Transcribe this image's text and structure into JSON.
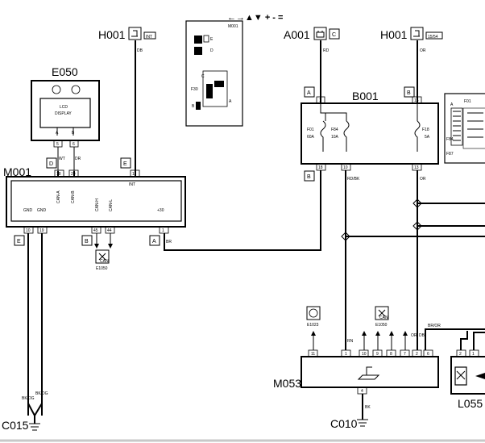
{
  "toolbar_symbols": "←→▲▼ + - =",
  "components": {
    "h001_left": {
      "label": "H001",
      "tag": "INT",
      "wire": "DB"
    },
    "m001_inset": {
      "code": "M001",
      "letters": [
        "E",
        "D",
        "C",
        "F30",
        "B",
        "A"
      ]
    },
    "a001": {
      "label": "A001",
      "tag": "C",
      "wire": "RD"
    },
    "h001_right": {
      "label": "H001",
      "tag": "15/54",
      "wire": "OR"
    },
    "b001_inset": {
      "fuse_labels": [
        "F01",
        "F84",
        "F87",
        "A"
      ]
    },
    "e050": {
      "label": "E050",
      "display_line1": "LCD",
      "display_line2": "DISPLAY",
      "pins": [
        "A",
        "B",
        "5",
        "6"
      ],
      "wires": [
        "WT",
        "DR"
      ]
    },
    "m001": {
      "label": "M001",
      "top_tags": [
        "D",
        "E"
      ],
      "top_pins": [
        "18",
        "20",
        "11"
      ],
      "int_label": "INT",
      "labels": [
        "GND",
        "GND",
        "CAN-A",
        "CAN-B",
        "CAN-H",
        "CAN-L",
        "+30"
      ],
      "bottom_tags": [
        "E",
        "B",
        "A"
      ],
      "bottom_pins": [
        "10",
        "19",
        "45",
        "44",
        "1"
      ],
      "wire_br": "BR"
    },
    "b001": {
      "label": "B001",
      "top_tags": [
        "A",
        "B"
      ],
      "top_pins": [
        "1",
        "16"
      ],
      "fuses": [
        {
          "name": "F01",
          "rating": "60A"
        },
        {
          "name": "F84",
          "rating": "10A"
        },
        {
          "name": "F18",
          "rating": "5A"
        }
      ],
      "bottom_tag": "B",
      "bottom_pins": [
        "18",
        "10",
        "13"
      ],
      "wires": [
        "RD/BK",
        "OR"
      ]
    },
    "e1050_left": {
      "label": "E1050",
      "sub": "CAN"
    },
    "e1023": {
      "label": "E1023"
    },
    "e1050_right": {
      "label": "E1050",
      "sub": "CAN"
    },
    "m053": {
      "label": "M053",
      "pins": [
        "11",
        "1",
        "10",
        "9",
        "8",
        "7",
        "2",
        "6"
      ],
      "wires": [
        "RN",
        "OR",
        "DB",
        "BR/OR"
      ],
      "ground_pin": "4",
      "ground_wire": "BK"
    },
    "l055": {
      "label": "L055",
      "pins": [
        "2",
        "1"
      ]
    },
    "c015": {
      "label": "C015",
      "wires": [
        "BK/DG",
        "BK/DG"
      ]
    },
    "c010": {
      "label": "C010"
    }
  }
}
